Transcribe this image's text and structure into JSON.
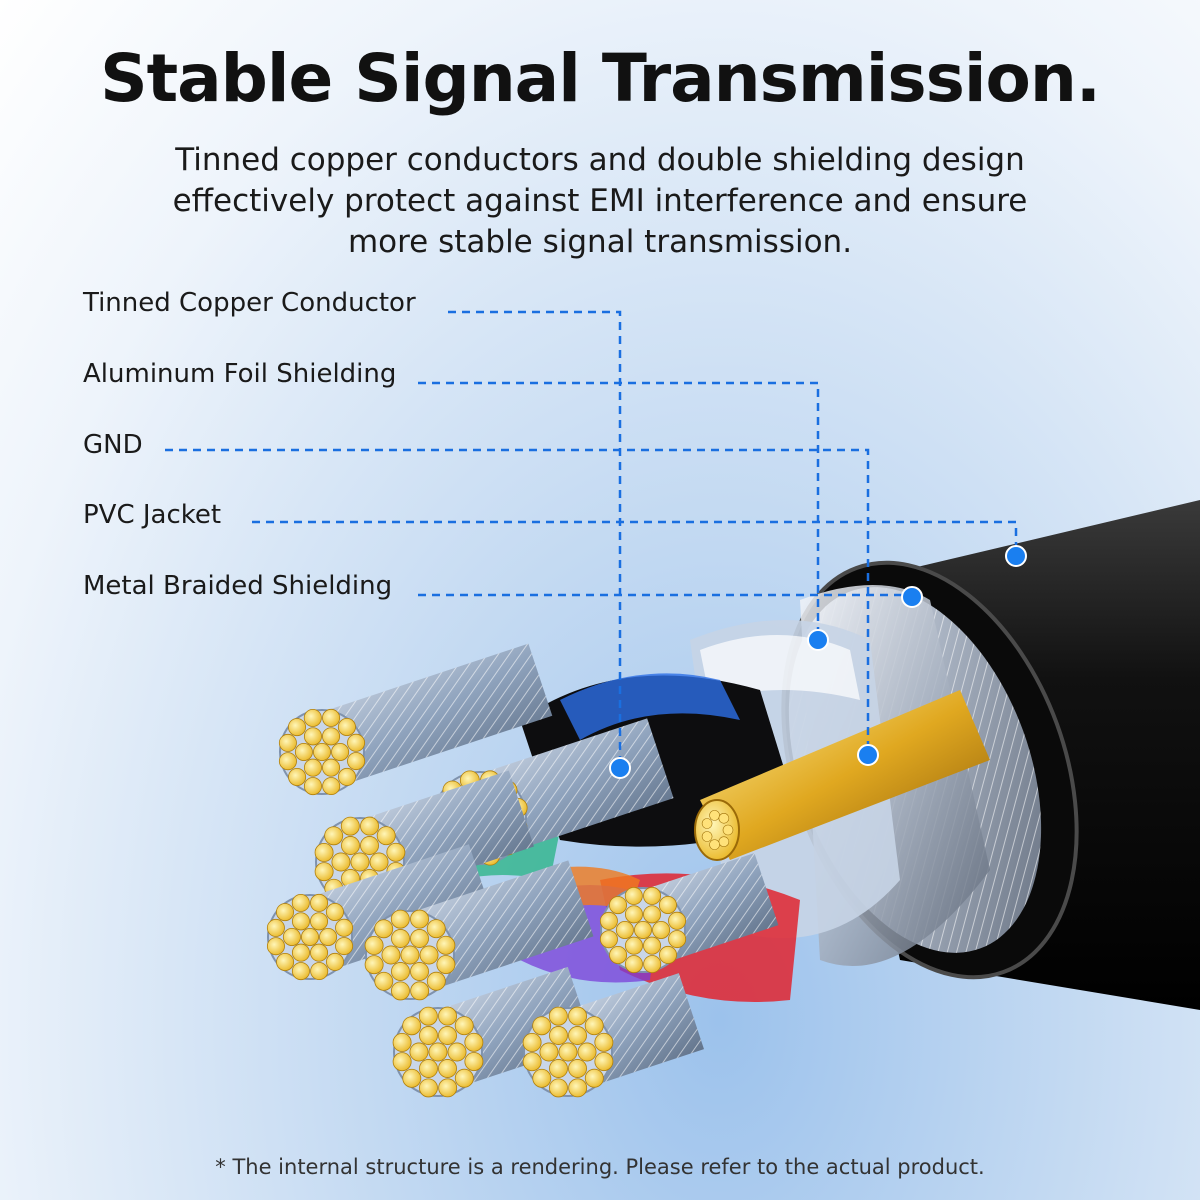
{
  "header": {
    "title": "Stable Signal Transmission.",
    "subtitle": "Tinned copper conductors and double shielding design effectively protect against EMI interference and ensure more stable signal transmission."
  },
  "callouts": [
    {
      "label": "Tinned Copper Conductor"
    },
    {
      "label": "Aluminum Foil Shielding"
    },
    {
      "label": "GND"
    },
    {
      "label": "PVC Jacket"
    },
    {
      "label": "Metal Braided Shielding"
    }
  ],
  "footer": {
    "note": "* The internal structure is a rendering. Please refer to the actual product."
  },
  "colors": {
    "callout_line": "#1a6fe0",
    "callout_dot": "#1a7ff0",
    "conductor": "#f2c02a",
    "jacket": "#111111"
  }
}
